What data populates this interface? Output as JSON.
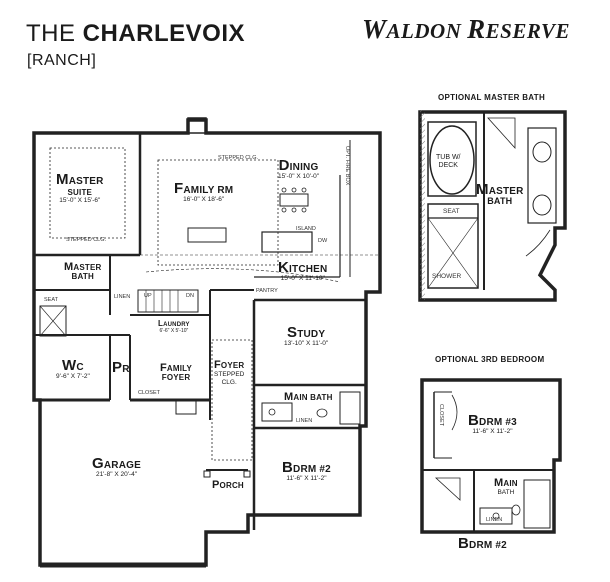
{
  "header": {
    "title_prefix": "THE",
    "title_name": "CHARLEVOIX",
    "subtitle": "[RANCH]",
    "brand_first_cap": "W",
    "brand_first_rest": "ALDON",
    "brand_second_cap": "R",
    "brand_second_rest": "ESERVE"
  },
  "main_plan": {
    "rooms": {
      "master_suite": {
        "cap": "M",
        "rest": "ASTER",
        "line2": "SUITE",
        "dim": "15'-0\" X 15'-6\""
      },
      "family_rm": {
        "cap": "F",
        "rest": "AMILY RM",
        "dim": "16'-0\" X 18'-6\""
      },
      "dining": {
        "cap": "D",
        "rest": "INING",
        "dim": "15'-0\" X 10'-0\""
      },
      "kitchen": {
        "cap": "K",
        "rest": "ITCHEN",
        "dim": "15'-0\" X 11'-10\""
      },
      "master_bath": {
        "cap": "M",
        "rest": "ASTER",
        "line2": "BATH"
      },
      "study": {
        "cap": "S",
        "rest": "TUDY",
        "dim": "13'-10\" X 11'-0\""
      },
      "laundry": {
        "cap": "L",
        "rest": "AUNDRY",
        "dim": "6'-6\" X 5'-10\""
      },
      "foyer": {
        "cap": "F",
        "rest": "OYER",
        "line2": "STEPPED",
        "line3": "CLG."
      },
      "family_foyer": {
        "cap": "F",
        "rest": "AMILY",
        "line2": "FOYER"
      },
      "wc": {
        "cap": "W",
        "rest": "C",
        "dim": "9'-6\" X 7'-2\""
      },
      "pr": {
        "cap": "P",
        "rest": "R"
      },
      "main_bath": {
        "cap": "M",
        "rest": "AIN BATH"
      },
      "garage": {
        "cap": "G",
        "rest": "ARAGE",
        "dim": "21'-8\" X 20'-4\""
      },
      "bdrm2": {
        "cap": "B",
        "rest": "DRM #2",
        "dim": "11'-6\" X 11'-2\""
      },
      "porch": {
        "cap": "P",
        "rest": "ORCH"
      }
    },
    "labels": {
      "stepped_clg_family": "STEPPED CLG.",
      "stepped_clg_master": "STEPPED CLG.",
      "up": "UP",
      "dn": "DN",
      "linen": "LINEN",
      "seat": "SEAT",
      "closet": "CLOSET",
      "pantry": "PANTRY",
      "island": "ISLAND",
      "linen_bath": "LINEN",
      "opt_fire_box": "OPT. FIRE BOX",
      "dw": "DW"
    }
  },
  "optional_master_bath": {
    "title": "OPTIONAL MASTER BATH",
    "tub_line1": "TUB W/",
    "tub_line2": "DECK",
    "seat": "SEAT",
    "shower": "SHOWER",
    "room_cap": "M",
    "room_rest": "ASTER",
    "room_line2": "BATH"
  },
  "optional_3rd_bedroom": {
    "title": "OPTIONAL 3RD BEDROOM",
    "bdrm3_cap": "B",
    "bdrm3_rest": "DRM #3",
    "bdrm3_dim": "11'-6\" X 11'-2\"",
    "closet": "CLOSET",
    "bath_cap": "M",
    "bath_rest": "AIN",
    "bath_line2": "BATH",
    "linen": "LINEN",
    "bdrm2_cap": "B",
    "bdrm2_rest": "DRM #2"
  }
}
